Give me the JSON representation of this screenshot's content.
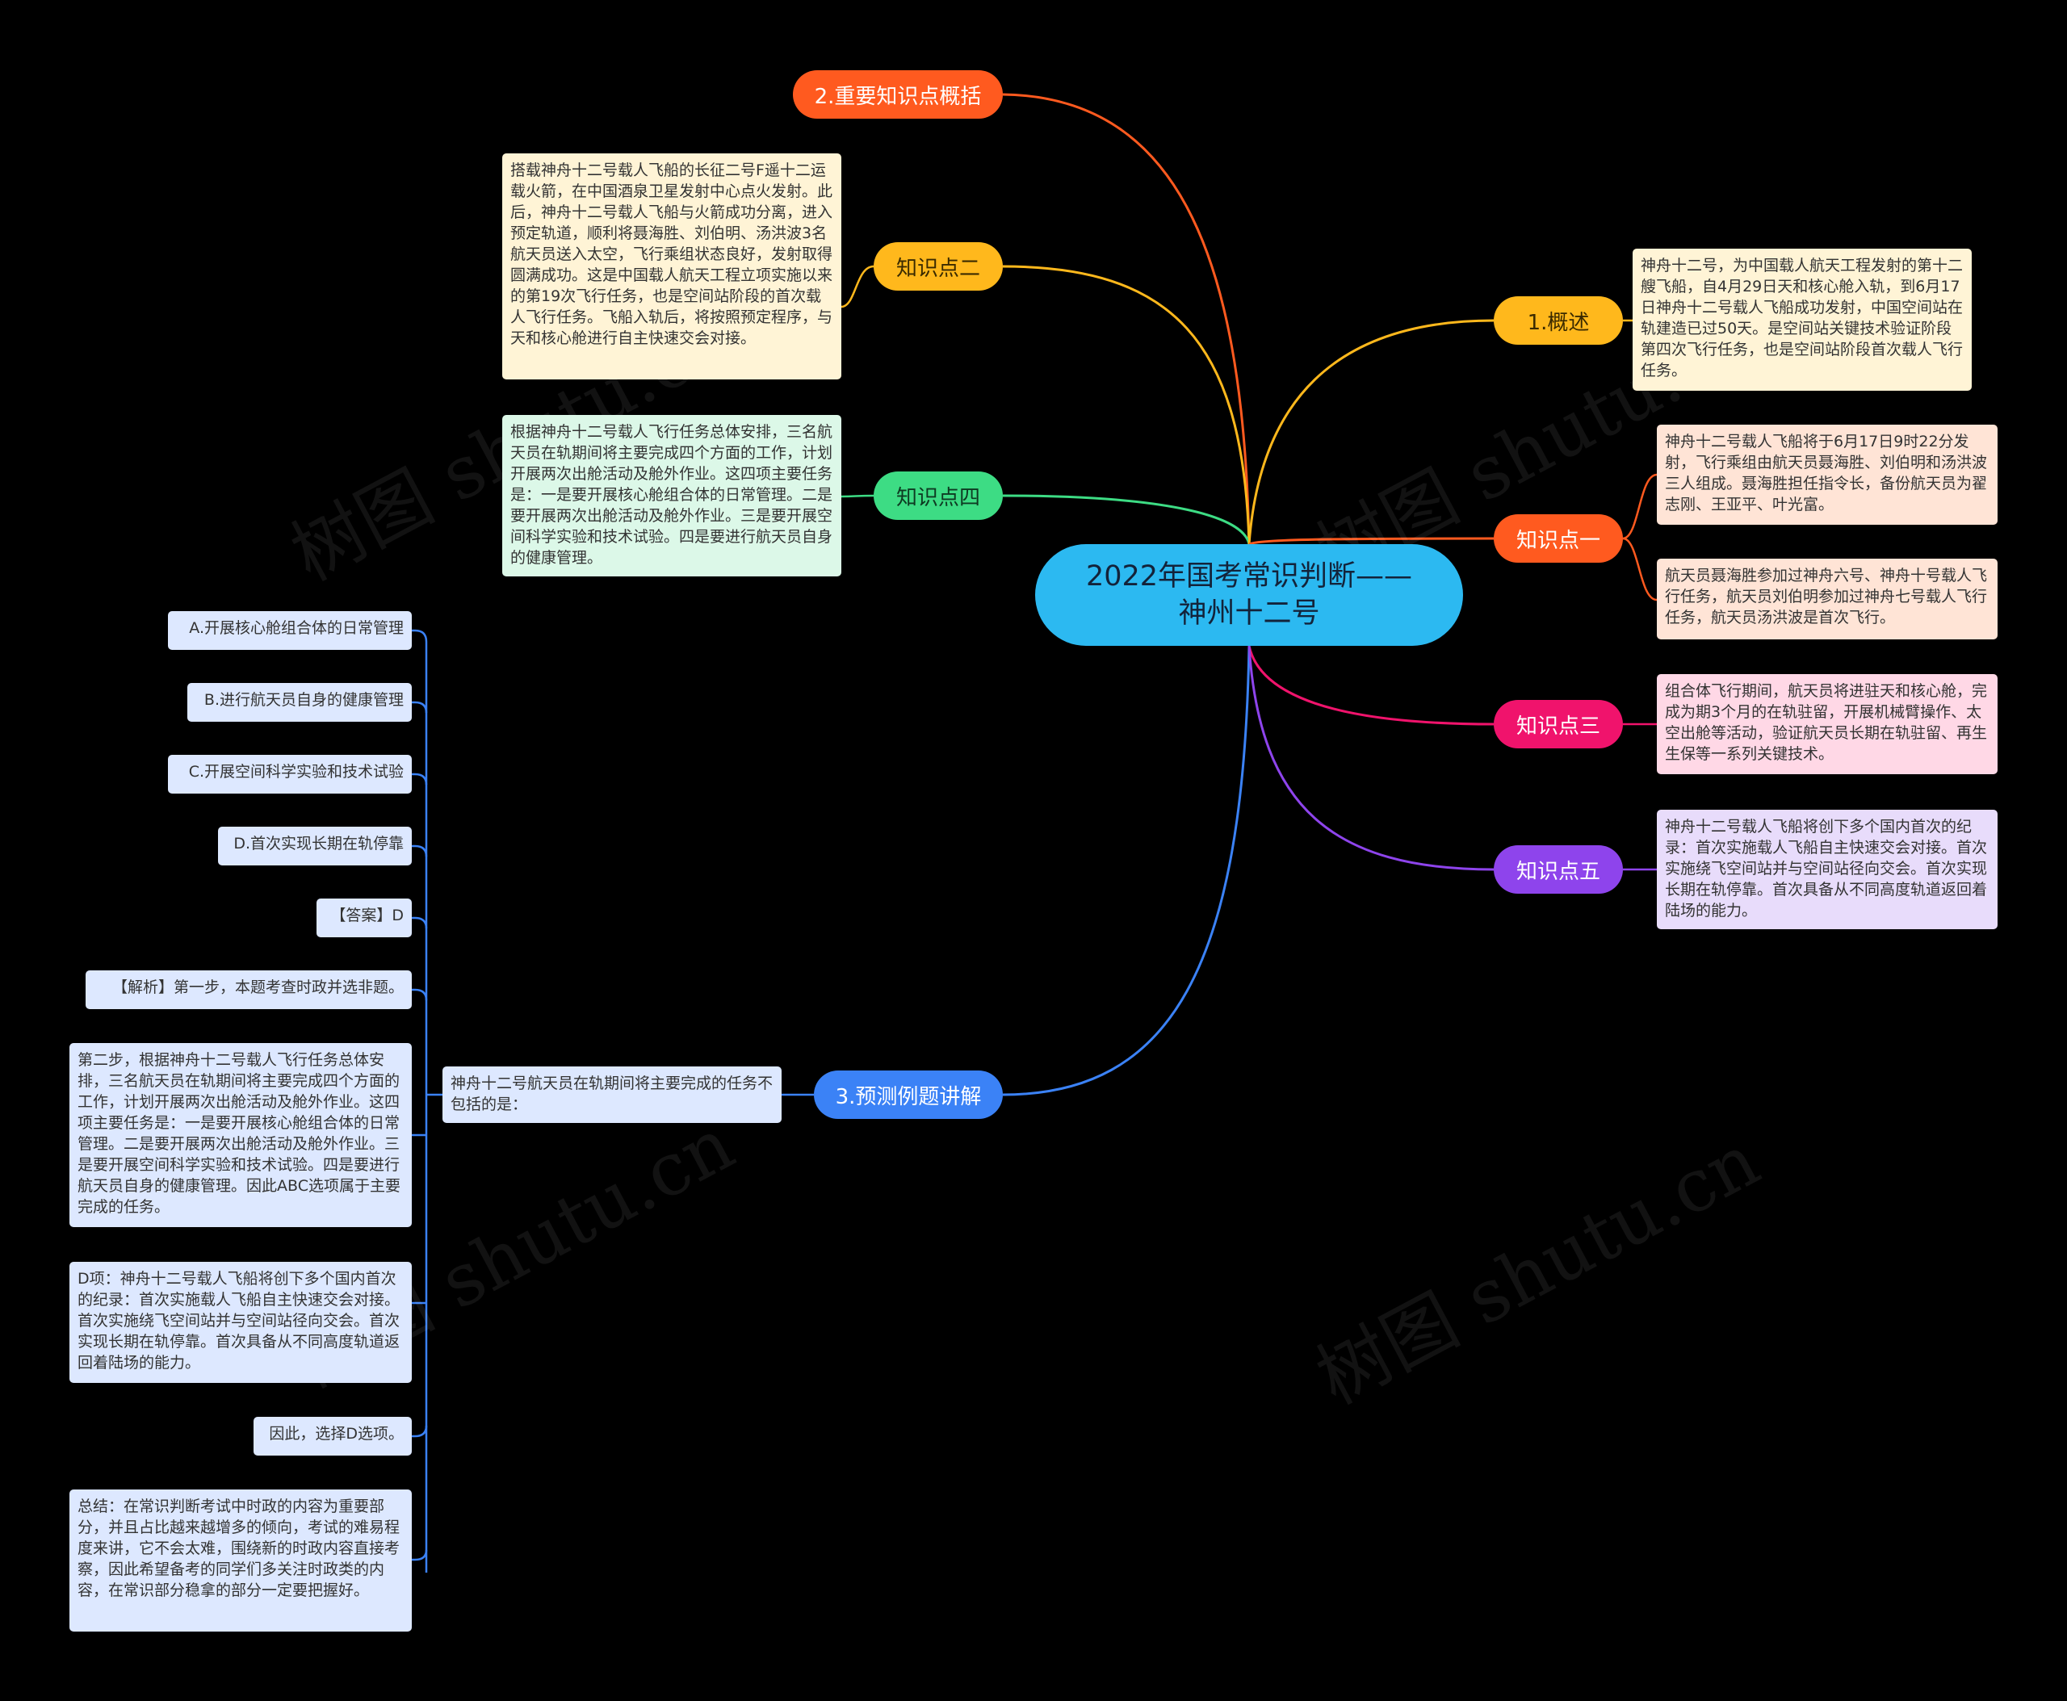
{
  "watermark": "树图 shutu.cn",
  "center": {
    "title": "2022年国考常识判断——\n神州十二号",
    "color": "#2cb9f1"
  },
  "branches": {
    "b2": {
      "label": "2.重要知识点概括",
      "color": "#ff5a1f"
    },
    "kp2": {
      "label": "知识点二",
      "color": "#ffb81c"
    },
    "kp4": {
      "label": "知识点四",
      "color": "#3ddc84"
    },
    "b3": {
      "label": "3.预测例题讲解",
      "color": "#3b82f6"
    },
    "b1": {
      "label": "1.概述",
      "color": "#ffb81c"
    },
    "kp1": {
      "label": "知识点一",
      "color": "#ff5a1f"
    },
    "kp3": {
      "label": "知识点三",
      "color": "#f0136c"
    },
    "kp5": {
      "label": "知识点五",
      "color": "#8e44ec"
    }
  },
  "notes": {
    "kp2": "搭载神舟十二号载人飞船的长征二号F遥十二运载火箭，在中国酒泉卫星发射中心点火发射。此后，神舟十二号载人飞船与火箭成功分离，进入预定轨道，顺利将聂海胜、刘伯明、汤洪波3名航天员送入太空，飞行乘组状态良好，发射取得圆满成功。这是中国载人航天工程立项实施以来的第19次飞行任务，也是空间站阶段的首次载人飞行任务。飞船入轨后，将按照预定程序，与天和核心舱进行自主快速交会对接。",
    "kp4": "根据神舟十二号载人飞行任务总体安排，三名航天员在轨期间将主要完成四个方面的工作，计划开展两次出舱活动及舱外作业。这四项主要任务是：一是要开展核心舱组合体的日常管理。二是要开展两次出舱活动及舱外作业。三是要开展空间科学实验和技术试验。四是要进行航天员自身的健康管理。",
    "b1": "神舟十二号，为中国载人航天工程发射的第十二艘飞船，自4月29日天和核心舱入轨，到6月17日神舟十二号载人飞船成功发射，中国空间站在轨建造已过50天。是空间站关键技术验证阶段第四次飞行任务，也是空间站阶段首次载人飞行任务。",
    "kp1a": "神舟十二号载人飞船将于6月17日9时22分发射，飞行乘组由航天员聂海胜、刘伯明和汤洪波三人组成。聂海胜担任指令长，备份航天员为翟志刚、王亚平、叶光富。",
    "kp1b": "航天员聂海胜参加过神舟六号、神舟十号载人飞行任务，航天员刘伯明参加过神舟七号载人飞行任务，航天员汤洪波是首次飞行。",
    "kp3": "组合体飞行期间，航天员将进驻天和核心舱，完成为期3个月的在轨驻留，开展机械臂操作、太空出舱等活动，验证航天员长期在轨驻留、再生生保等一系列关键技术。",
    "kp5": "神舟十二号载人飞船将创下多个国内首次的纪录：首次实施载人飞船自主快速交会对接。首次实施绕飞空间站并与空间站径向交会。首次实现长期在轨停靠。首次具备从不同高度轨道返回着陆场的能力。",
    "question": "神舟十二号航天员在轨期间将主要完成的任务不包括的是：",
    "q_items": [
      "A.开展核心舱组合体的日常管理",
      "B.进行航天员自身的健康管理",
      "C.开展空间科学实验和技术试验",
      "D.首次实现长期在轨停靠",
      "【答案】D",
      "【解析】第一步，本题考查时政并选非题。",
      "第二步，根据神舟十二号载人飞行任务总体安排，三名航天员在轨期间将主要完成四个方面的工作，计划开展两次出舱活动及舱外作业。这四项主要任务是：一是要开展核心舱组合体的日常管理。二是要开展两次出舱活动及舱外作业。三是要开展空间科学实验和技术试验。四是要进行航天员自身的健康管理。因此ABC选项属于主要完成的任务。",
      "D项：神舟十二号载人飞船将创下多个国内首次的纪录：首次实施载人飞船自主快速交会对接。首次实施绕飞空间站并与空间站径向交会。首次实现长期在轨停靠。首次具备从不同高度轨道返回着陆场的能力。",
      "因此，选择D选项。",
      "总结：在常识判断考试中时政的内容为重要部分，并且占比越来越增多的倾向，考试的难易程度来讲，它不会太难，围绕新的时政内容直接考察，因此希望备考的同学们多关注时政类的内容，在常识部分稳拿的部分一定要把握好。"
    ]
  }
}
